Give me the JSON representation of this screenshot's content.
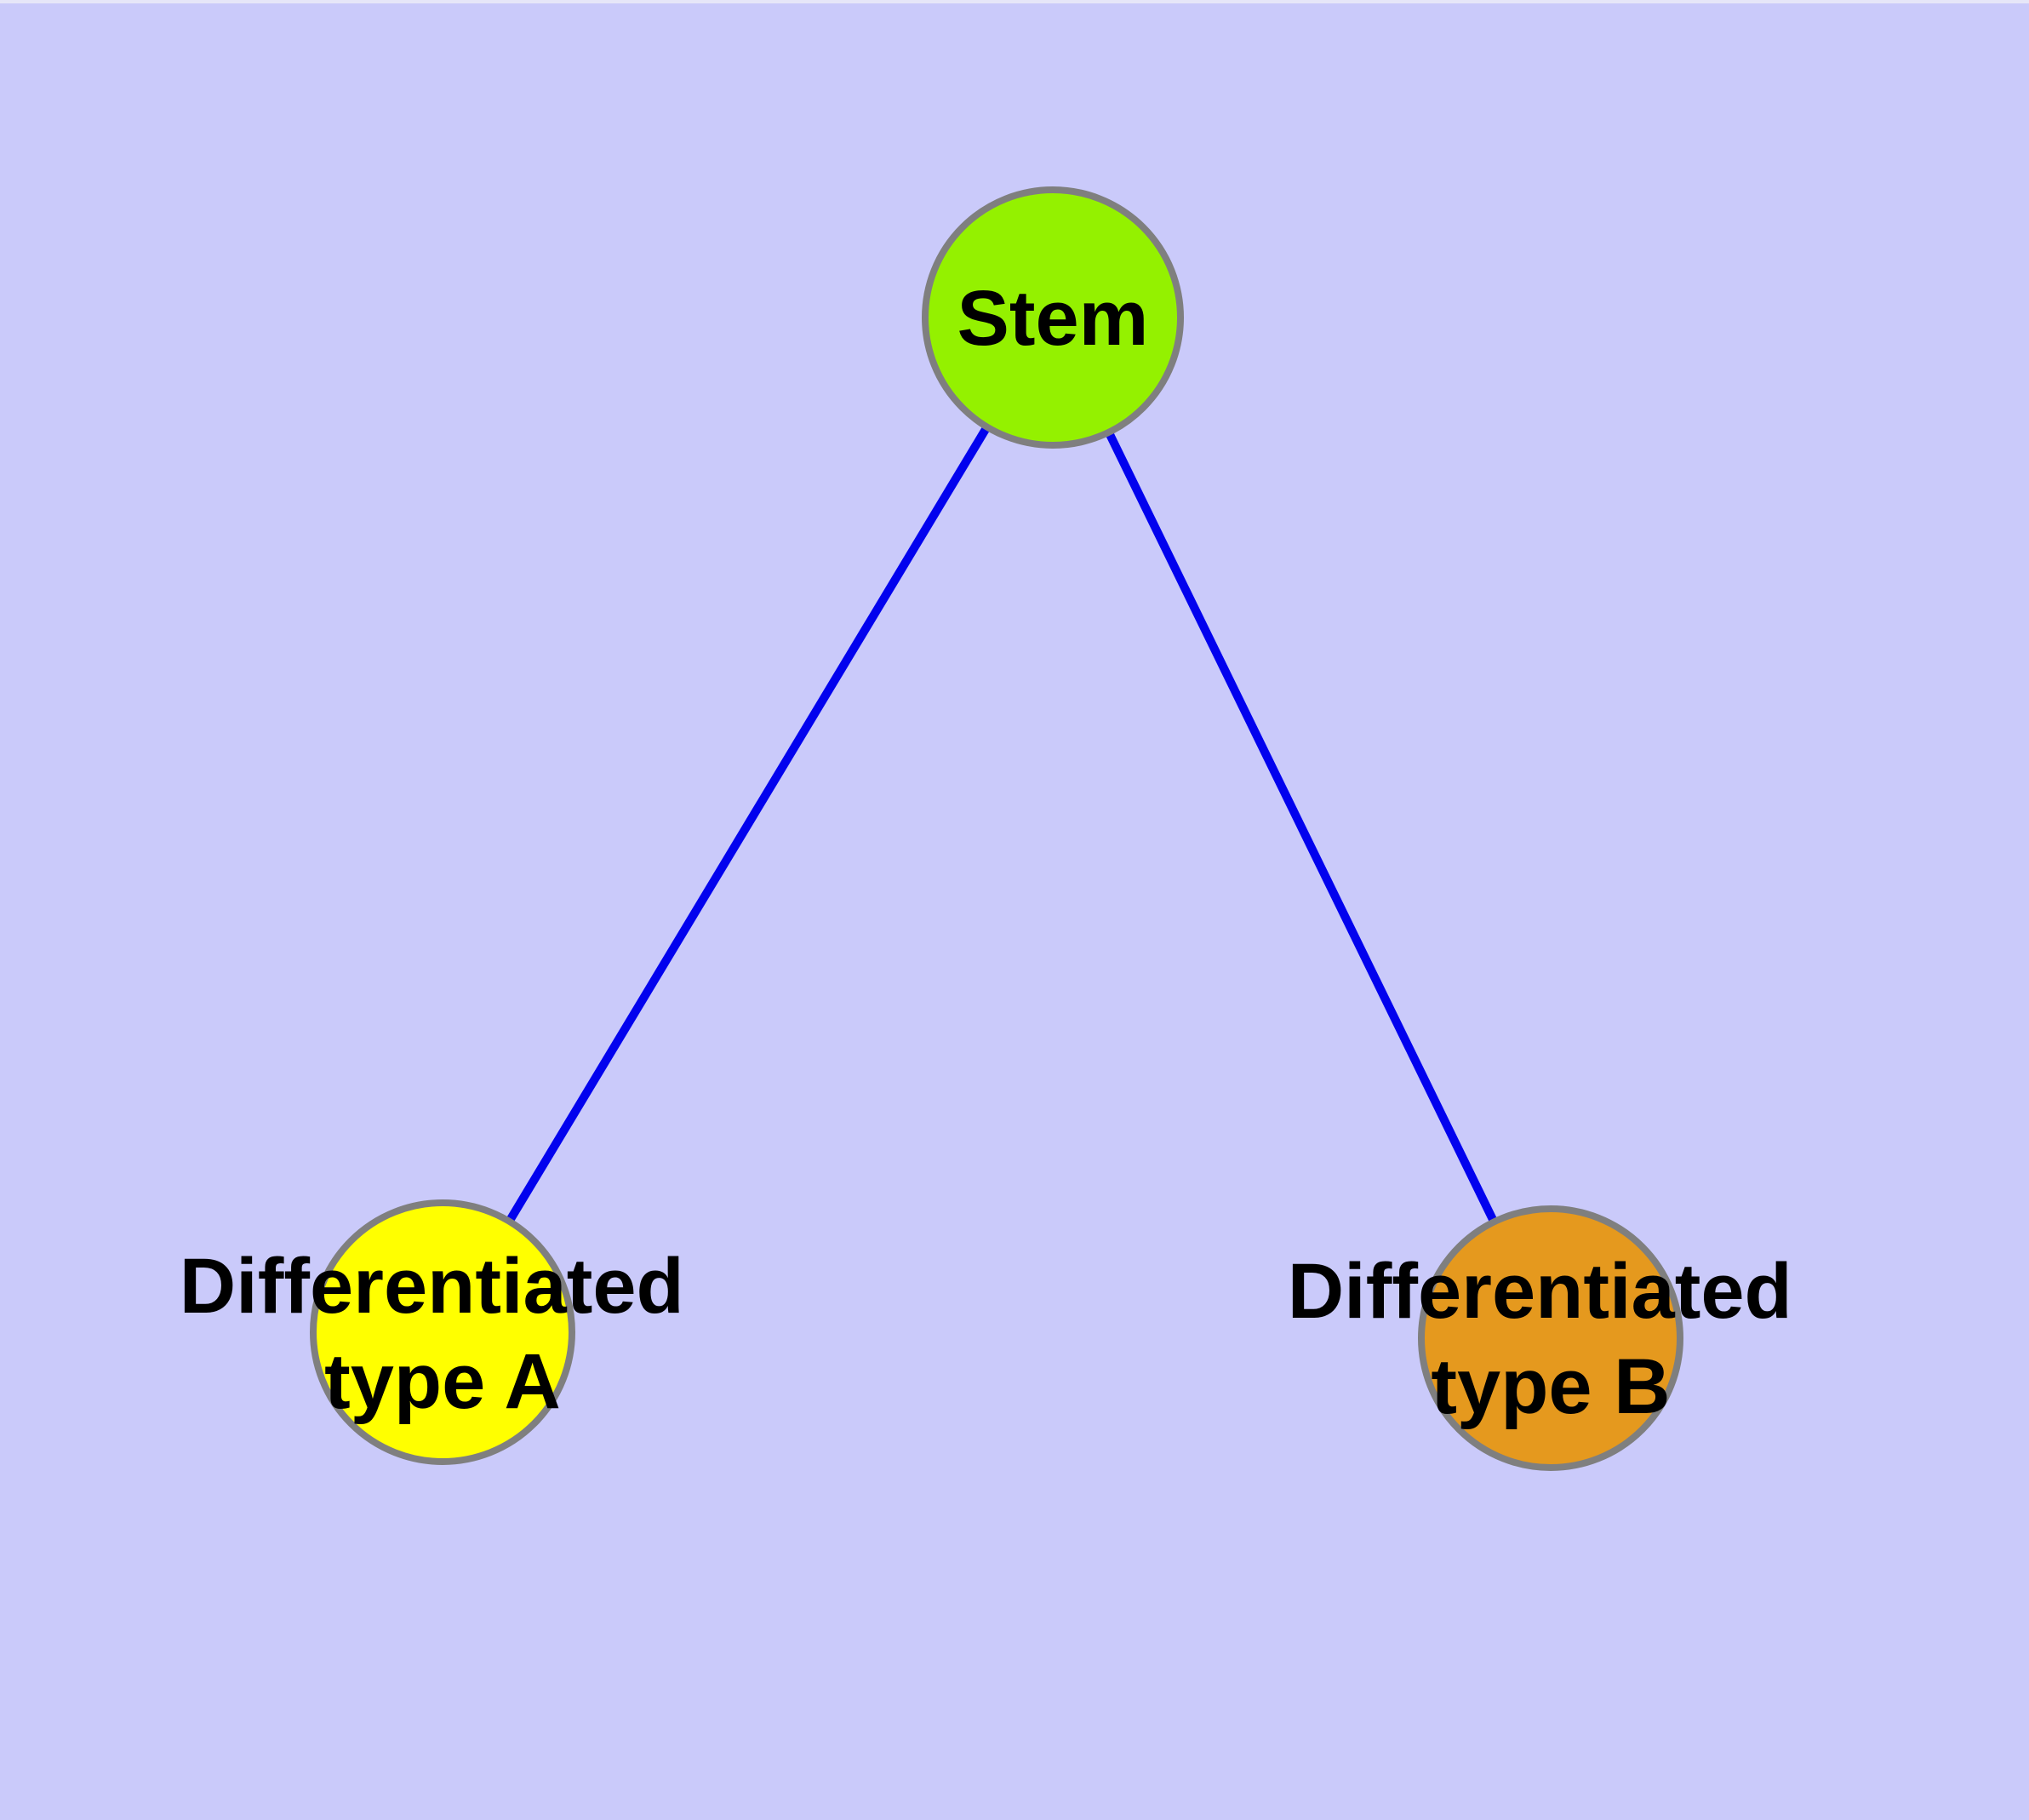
{
  "diagram": {
    "title": "stem cell differentiation graph",
    "background_color": "#CACAFA",
    "edge_color": "#0202EE",
    "node_border_color": "#7F7F7F",
    "label_color": "#000000",
    "nodes": [
      {
        "id": "stem",
        "lines": [
          "Stem"
        ],
        "fill": "#94F100"
      },
      {
        "id": "differentiated-type-a",
        "lines": [
          "Differentiated",
          "type A"
        ],
        "fill": "#FFFF00"
      },
      {
        "id": "differentiated-type-b",
        "lines": [
          "Differentiated",
          "type B"
        ],
        "fill": "#E5991E"
      }
    ],
    "edges": [
      {
        "from": "stem",
        "to": "differentiated-type-a"
      },
      {
        "from": "stem",
        "to": "differentiated-type-b"
      }
    ]
  }
}
